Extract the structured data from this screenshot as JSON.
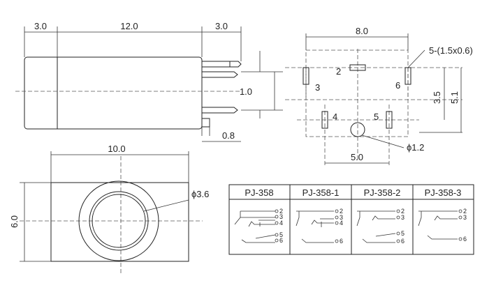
{
  "side_view": {
    "dim_left": "3.0",
    "dim_mid": "12.0",
    "dim_right": "3.0",
    "dim_pin_gap": "1.0",
    "dim_pin_width": "0.8"
  },
  "pcb_layout": {
    "dim_width": "8.0",
    "slot_note": "5-(1.5x0.6)",
    "pin2": "2",
    "pin3": "3",
    "pin6": "6",
    "pin4": "4",
    "pin5": "5",
    "dim_row": "3.5",
    "dim_total": "5.1",
    "dim_bottom": "5.0",
    "hole_dia": "ϕ1.2"
  },
  "front_view": {
    "dim_width": "10.0",
    "dim_height": "6.0",
    "hole_dia": "ϕ3.6"
  },
  "models": {
    "headers": [
      "PJ-358",
      "PJ-358-1",
      "PJ-358-2",
      "PJ-358-3"
    ],
    "m1_pins": [
      "2",
      "3",
      "4",
      "5",
      "6"
    ],
    "m2_pins": [
      "2",
      "3",
      "4",
      "6"
    ],
    "m3_pins": [
      "2",
      "3",
      "5",
      "6"
    ],
    "m4_pins": [
      "2",
      "3",
      "6"
    ]
  }
}
